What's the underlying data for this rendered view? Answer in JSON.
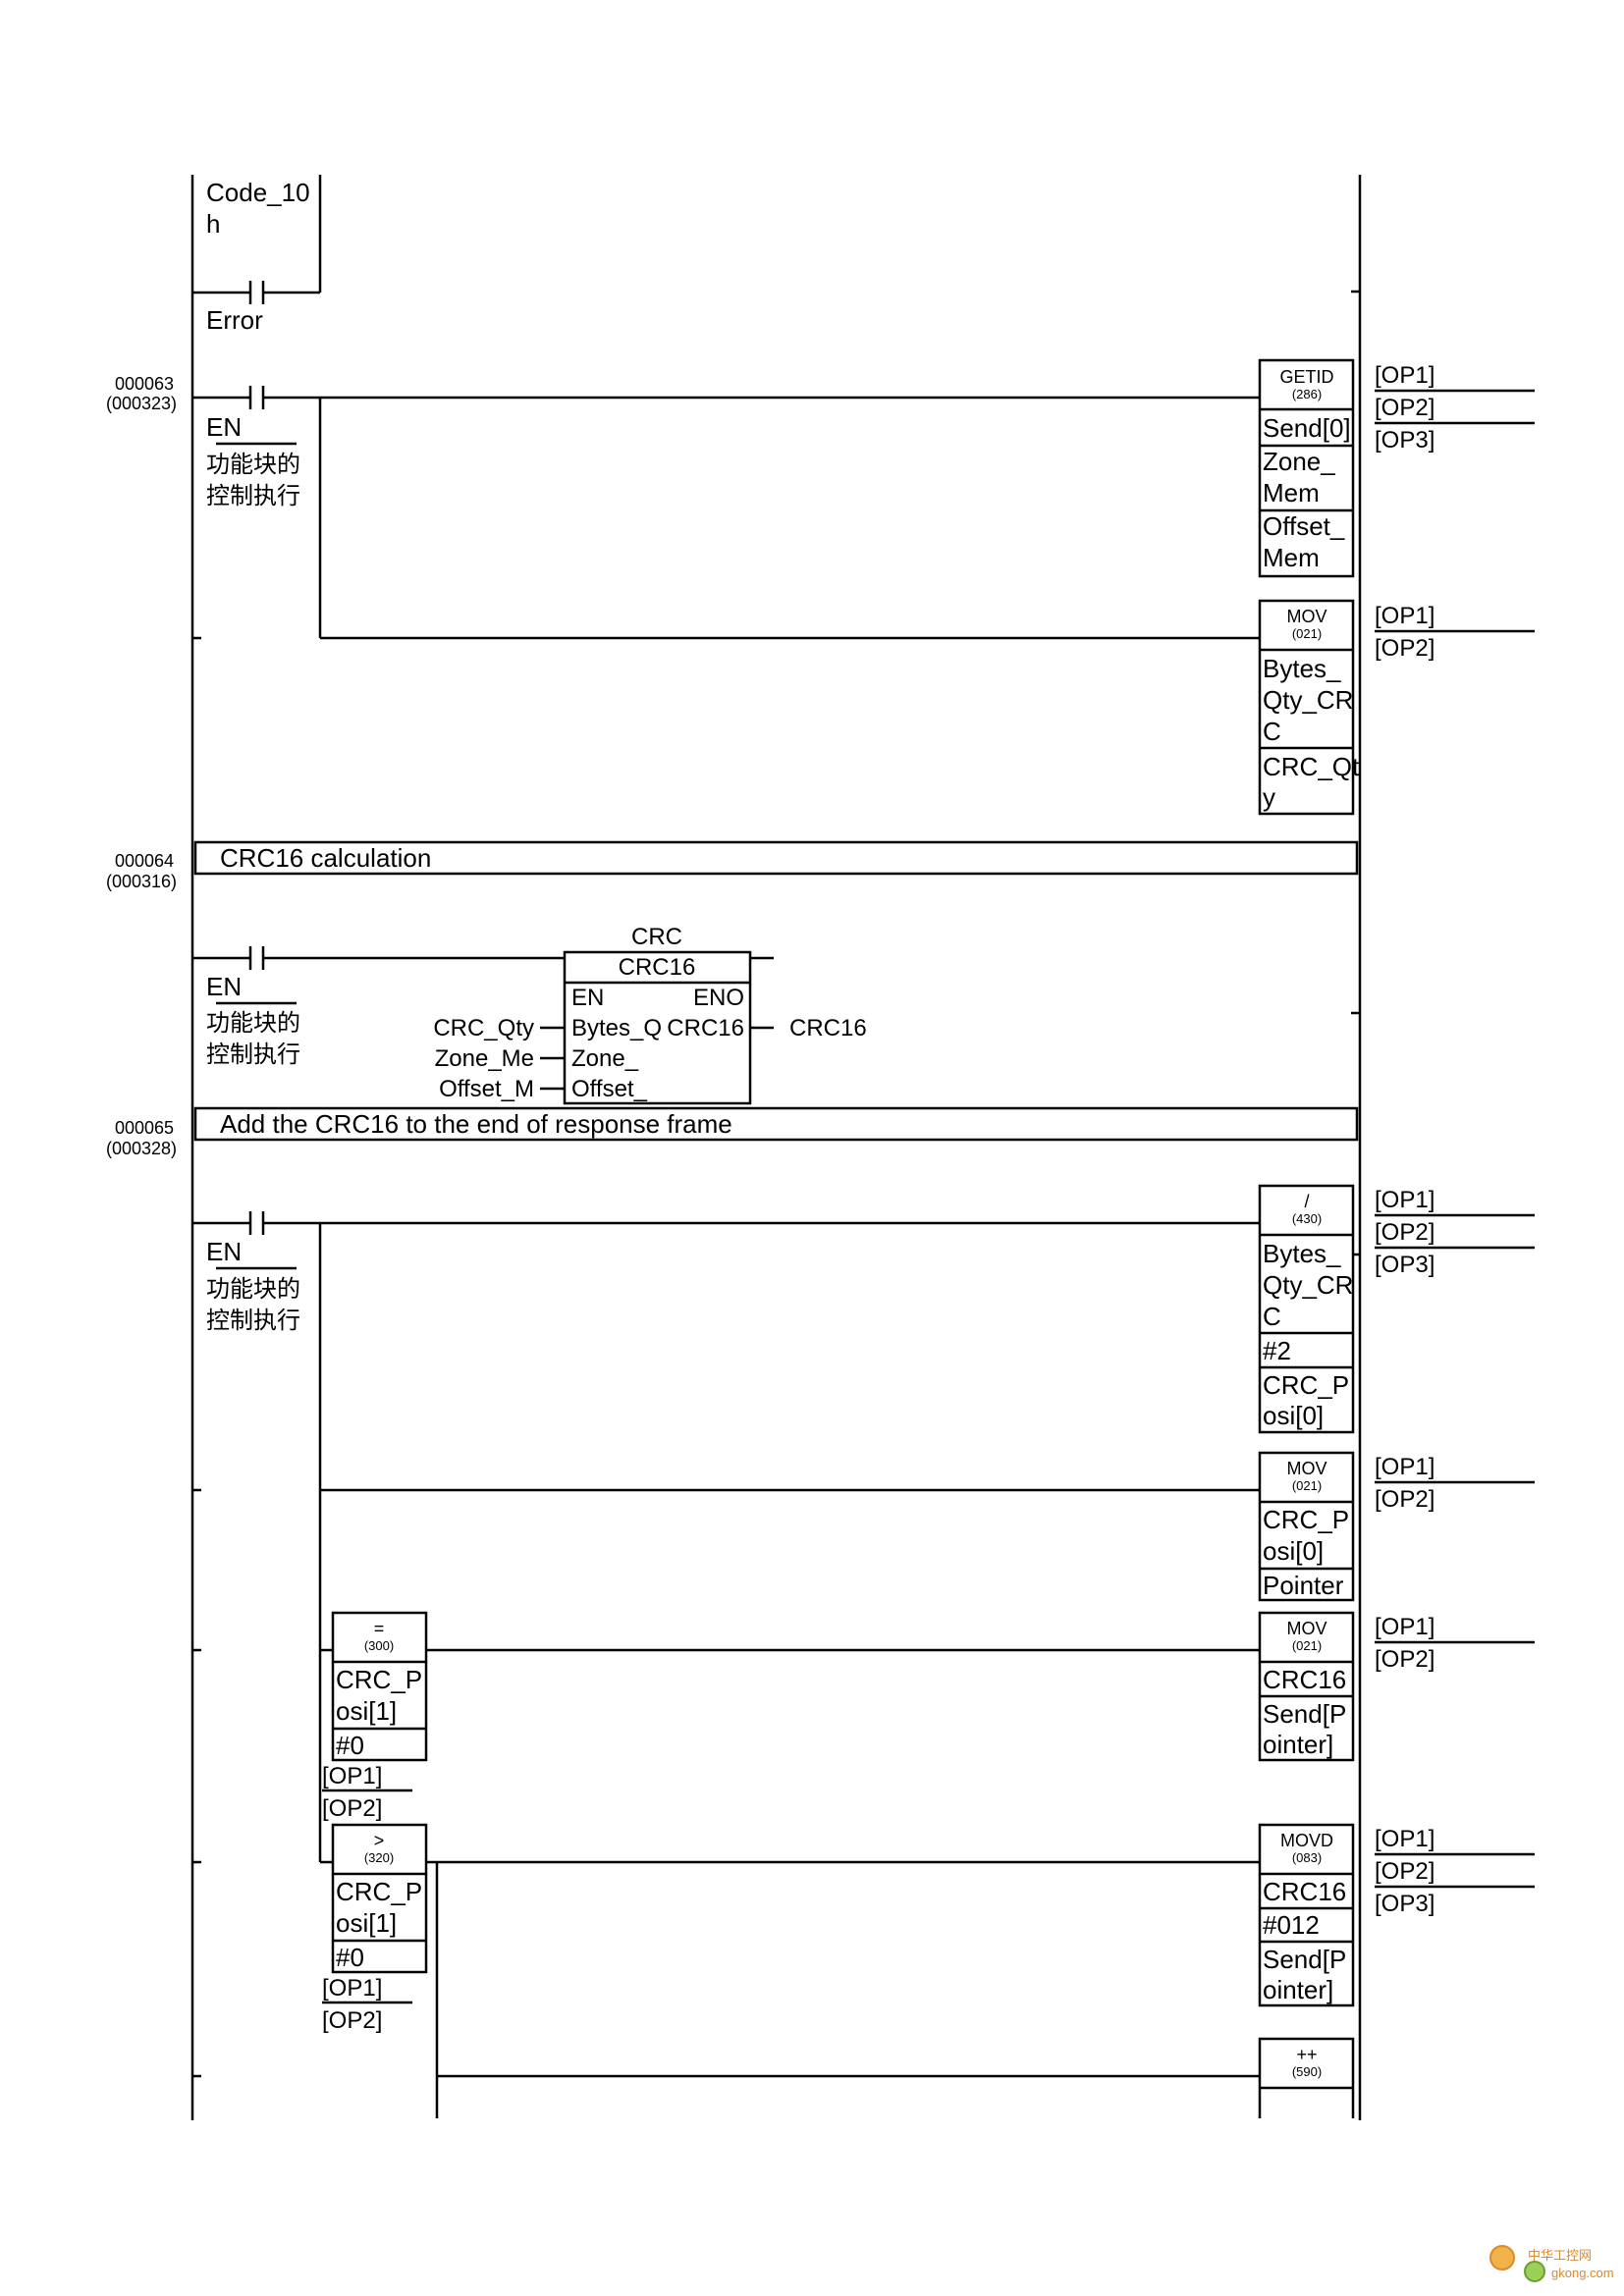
{
  "rung0": {
    "contact_name": [
      "Code_10",
      "h"
    ],
    "contact2_name": "Error"
  },
  "rung63": {
    "number": "000063",
    "address": "(000323)",
    "contact_label": "EN",
    "contact_comment": [
      "功能块的",
      "控制执行"
    ],
    "getid": {
      "name": "GETID",
      "code": "(286)",
      "op1": [
        "Send[0]"
      ],
      "op2": [
        "Zone_",
        "Mem"
      ],
      "op3": [
        "Offset_",
        "Mem"
      ]
    },
    "mov": {
      "name": "MOV",
      "code": "(021)",
      "op1": [
        "Bytes_",
        "Qty_CR",
        "C"
      ],
      "op2": [
        "CRC_Qt",
        "y"
      ]
    },
    "getid_right": [
      "[OP1]",
      "[OP2]",
      "[OP3]"
    ],
    "mov_right": [
      "[OP1]",
      "[OP2]"
    ]
  },
  "rung64": {
    "number": "000064",
    "address": "(000316)",
    "comment": "CRC16 calculation",
    "contact_label": "EN",
    "contact_comment": [
      "功能块的",
      "控制执行"
    ],
    "fb": {
      "instance": "CRC",
      "type": "CRC16",
      "in_en": "EN",
      "out_eno": "ENO",
      "in1": "Bytes_Q",
      "out1": "CRC16",
      "in2": "Zone_",
      "in3": "Offset_",
      "in1_var": "CRC_Qty",
      "in2_var": "Zone_Me",
      "in3_var": "Offset_M",
      "out1_var": "CRC16"
    }
  },
  "rung65": {
    "number": "000065",
    "address": "(000328)",
    "comment": "Add the CRC16 to the end of response frame",
    "contact_label": "EN",
    "contact_comment": [
      "功能块的",
      "控制执行"
    ],
    "div": {
      "name": "/",
      "code": "(430)",
      "op1": [
        "Bytes_",
        "Qty_CR",
        "C"
      ],
      "op2": [
        "#2"
      ],
      "op3": [
        "CRC_P",
        "osi[0]"
      ]
    },
    "mov1": {
      "name": "MOV",
      "code": "(021)",
      "op1": [
        "CRC_P",
        "osi[0]"
      ],
      "op2": [
        "Pointer"
      ]
    },
    "eq": {
      "name": "=",
      "code": "(300)",
      "op1": [
        "CRC_P",
        "osi[1]"
      ],
      "op2": [
        "#0"
      ],
      "below": [
        "[OP1]",
        "[OP2]"
      ]
    },
    "mov2": {
      "name": "MOV",
      "code": "(021)",
      "op1": [
        "CRC16"
      ],
      "op2": [
        "Send[P",
        "ointer]"
      ]
    },
    "gt": {
      "name": ">",
      "code": "(320)",
      "op1": [
        "CRC_P",
        "osi[1]"
      ],
      "op2": [
        "#0"
      ],
      "below": [
        "[OP1]",
        "[OP2]"
      ]
    },
    "movd": {
      "name": "MOVD",
      "code": "(083)",
      "op1": [
        "CRC16"
      ],
      "op2": [
        "#012"
      ],
      "op3": [
        "Send[P",
        "ointer]"
      ]
    },
    "inc": {
      "name": "++",
      "code": "(590)"
    },
    "div_right": [
      "[OP1]",
      "[OP2]",
      "[OP3]"
    ],
    "mov1_right": [
      "[OP1]",
      "[OP2]"
    ],
    "mov2_right": [
      "[OP1]",
      "[OP2]"
    ],
    "movd_right": [
      "[OP1]",
      "[OP2]",
      "[OP3]"
    ]
  },
  "watermark": {
    "brand": "中华工控网",
    "url": "gkong.com",
    "accent_color": "#d98a2a"
  }
}
